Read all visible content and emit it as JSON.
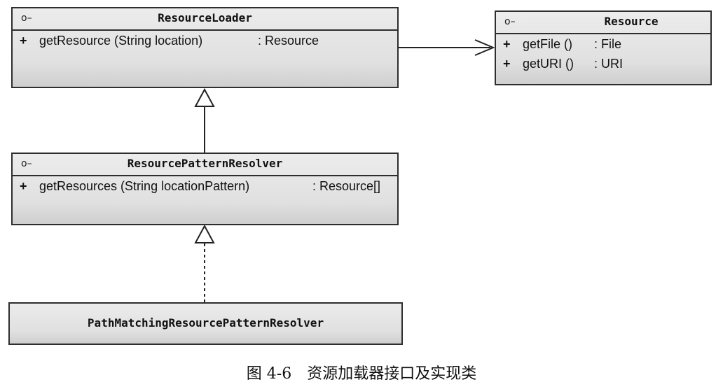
{
  "resource_loader": {
    "icon": "interface-icon",
    "icon_glyph": "o–",
    "name": "ResourceLoader",
    "members": [
      {
        "visibility": "+",
        "signature": "getResource (String location)",
        "returns": ": Resource"
      }
    ]
  },
  "resource": {
    "icon": "interface-icon",
    "icon_glyph": "o–",
    "name": "Resource",
    "members": [
      {
        "visibility": "+",
        "signature": "getFile ()",
        "returns": ": File"
      },
      {
        "visibility": "+",
        "signature": "getURI ()",
        "returns": ": URI"
      }
    ]
  },
  "resource_pattern_resolver": {
    "icon": "interface-icon",
    "icon_glyph": "o–",
    "name": "ResourcePatternResolver",
    "members": [
      {
        "visibility": "+",
        "signature": "getResources (String locationPattern)",
        "returns": ": Resource[]"
      }
    ]
  },
  "path_matching_resolver": {
    "name": "PathMatchingResourcePatternResolver"
  },
  "caption": "图 4-6　资源加载器接口及实现类"
}
